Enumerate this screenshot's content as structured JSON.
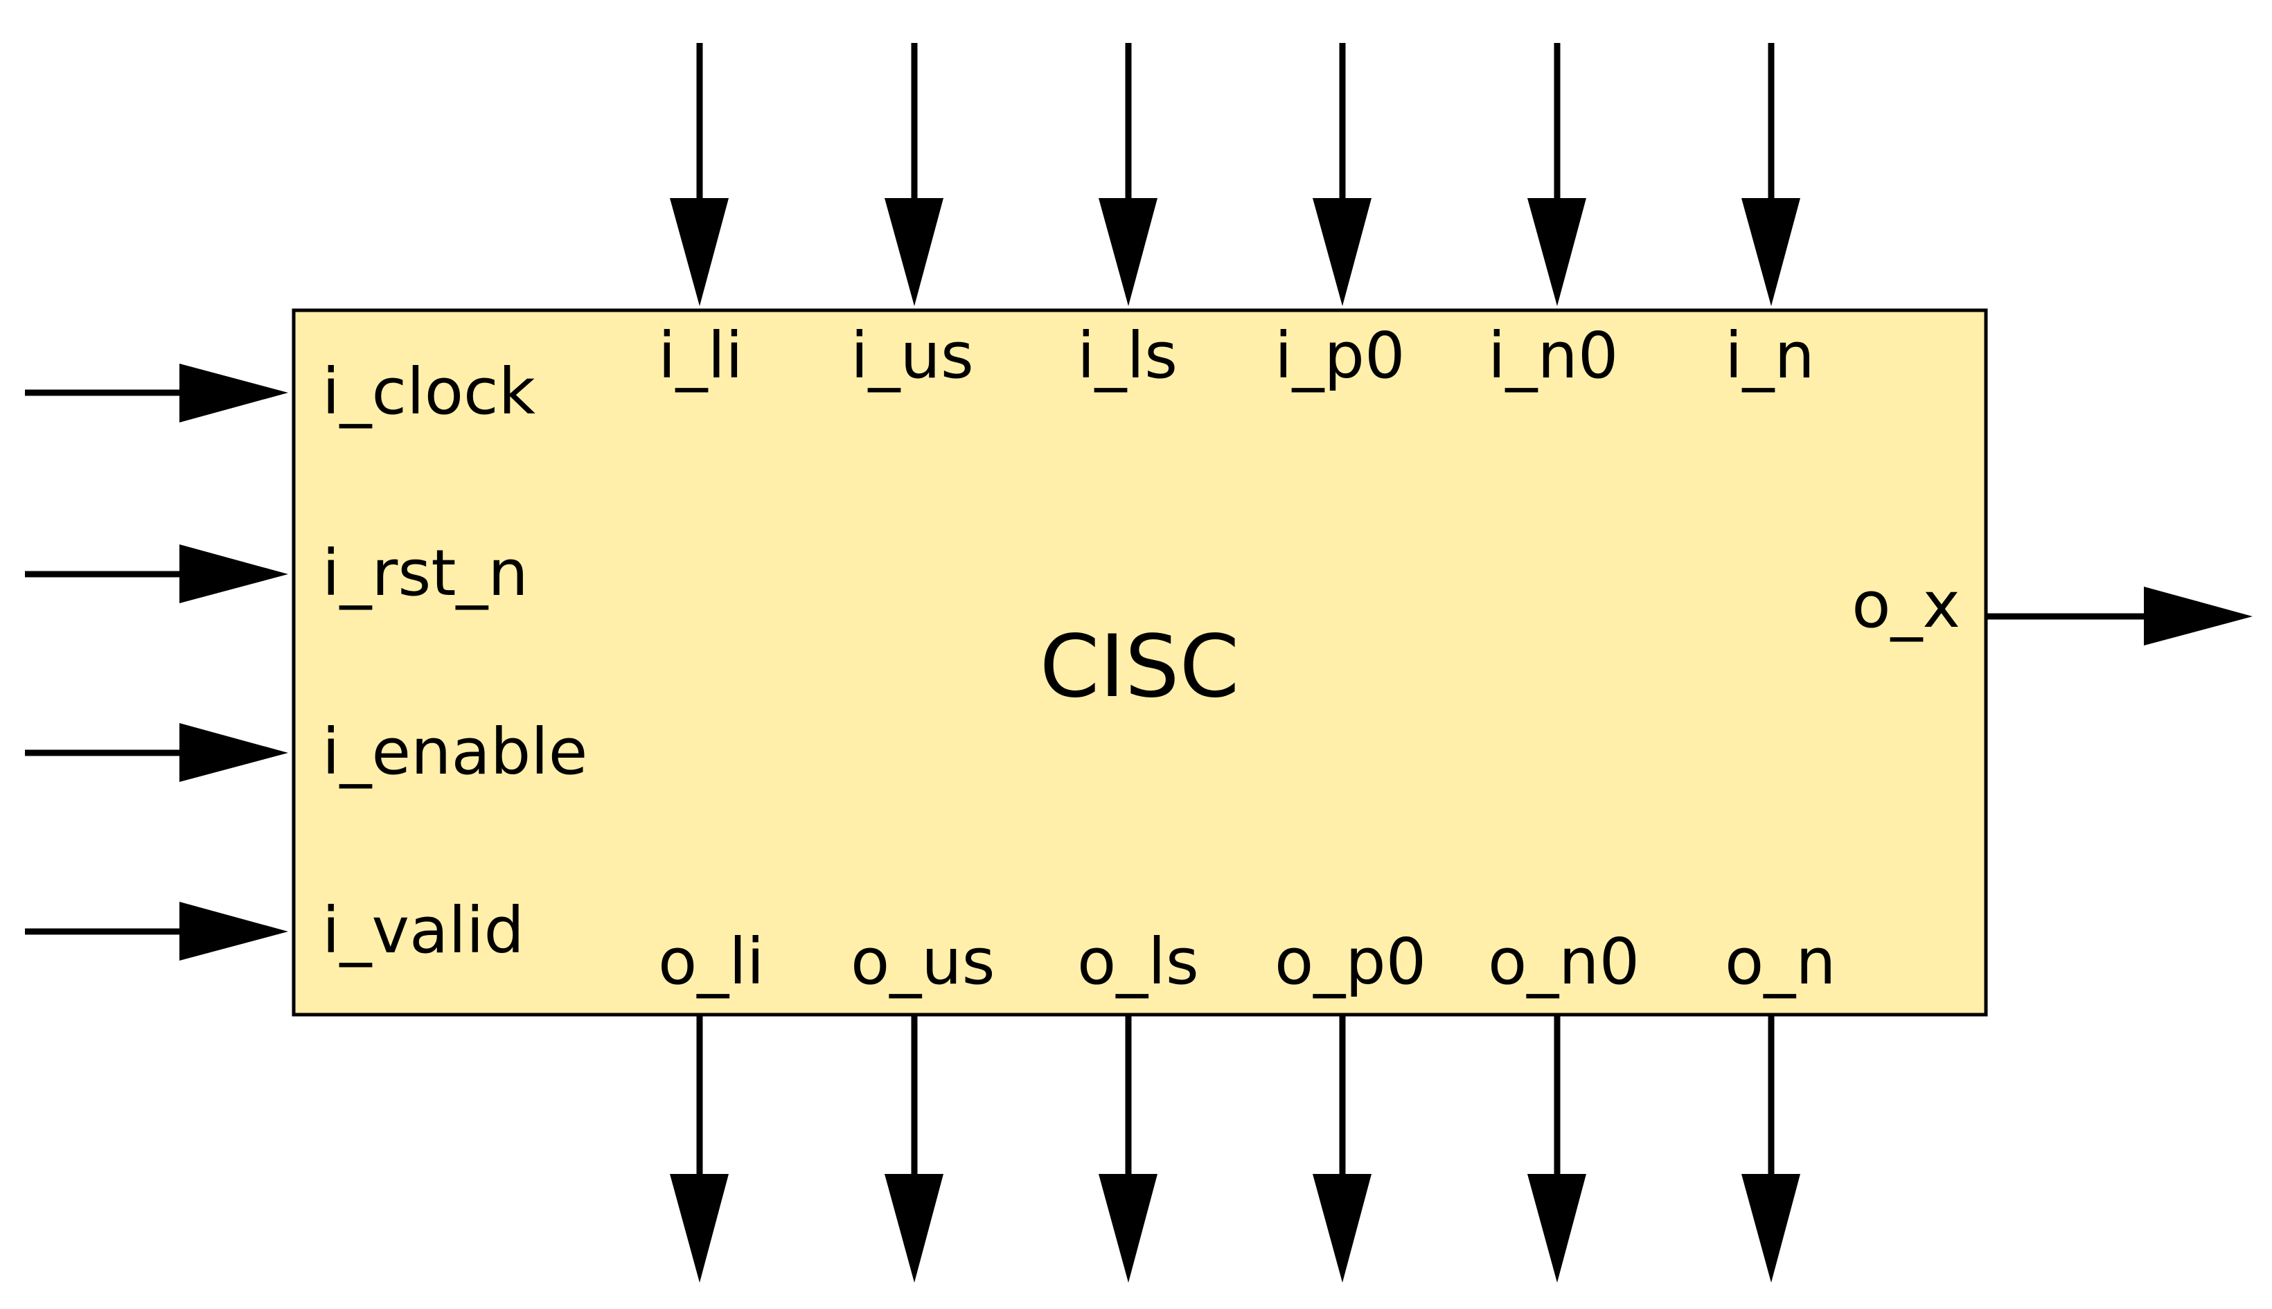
{
  "block": {
    "name": "CISC",
    "fill_color": "#FFEFAA",
    "border_color": "#000000"
  },
  "ports": {
    "left_inputs": [
      "i_clock",
      "i_rst_n",
      "i_enable",
      "i_valid"
    ],
    "top_inputs": [
      "i_li",
      "i_us",
      "i_ls",
      "i_p0",
      "i_n0",
      "i_n"
    ],
    "bottom_outputs": [
      "o_li",
      "o_us",
      "o_ls",
      "o_p0",
      "o_n0",
      "o_n"
    ],
    "right_outputs": [
      "o_x"
    ]
  }
}
